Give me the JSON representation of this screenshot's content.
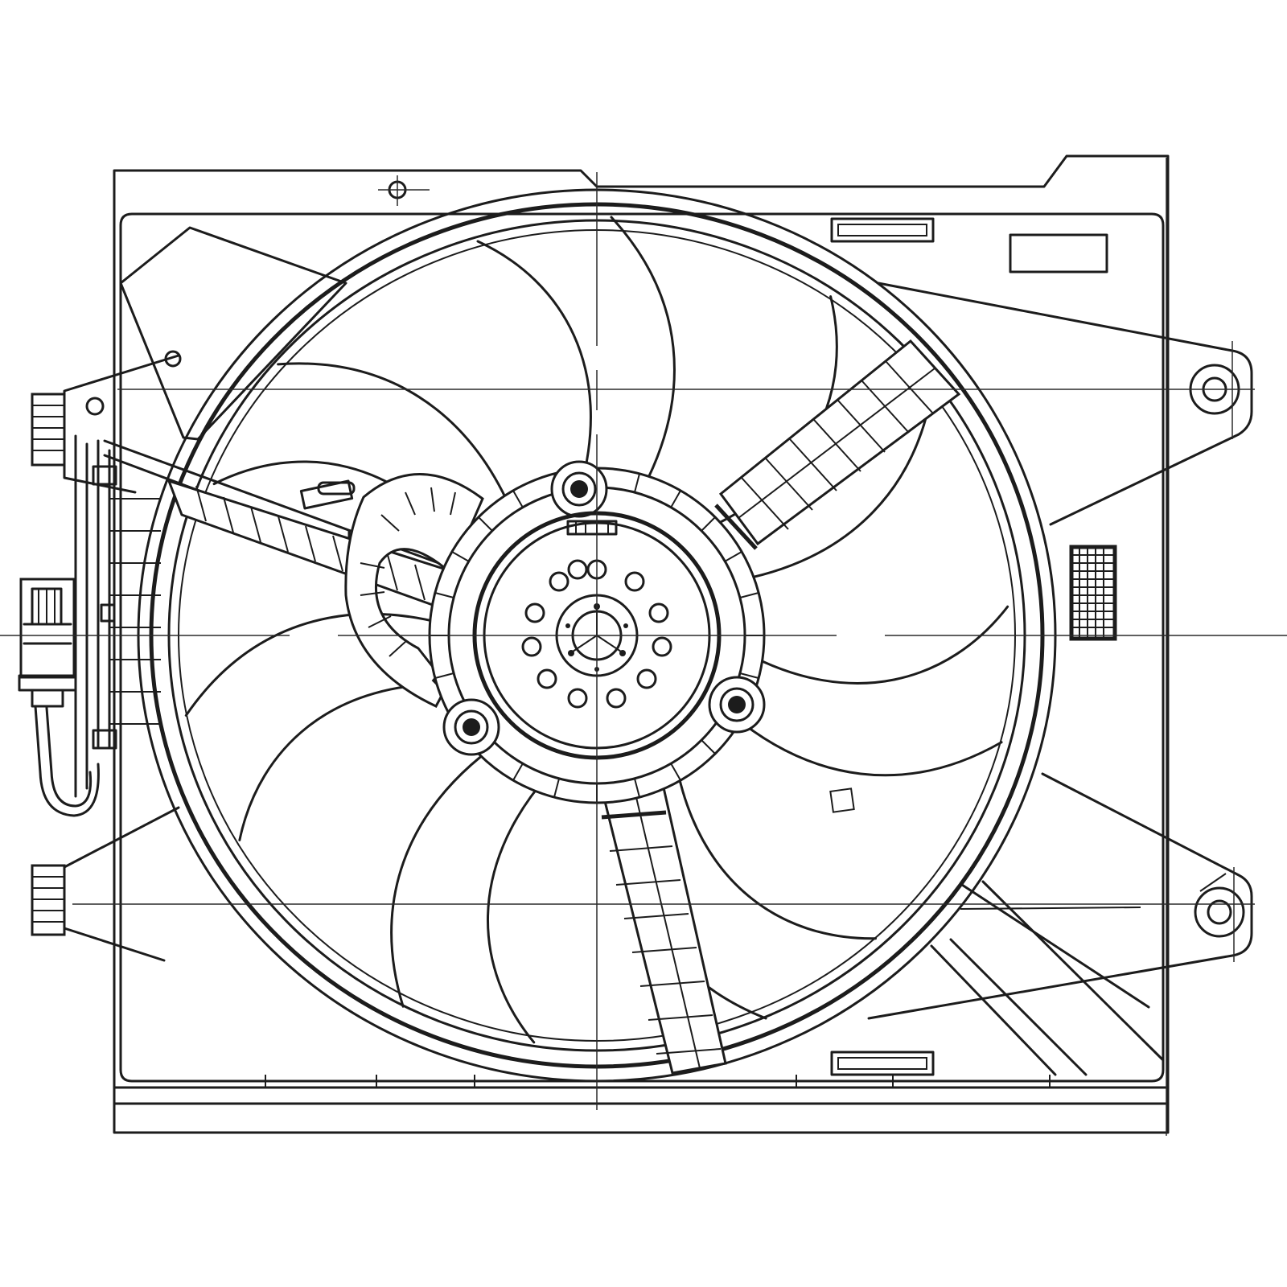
{
  "drawing": {
    "subject": "radiator-cooling-fan-assembly",
    "view": "front-elevation",
    "line_color": "#1c1c1c",
    "background_color": "#ffffff",
    "components": {
      "shroud": "fan-shroud-frame",
      "ring": "fan-ring",
      "blades": {
        "name": "fan-blade",
        "count": 7
      },
      "spokes": {
        "name": "motor-support-spoke",
        "count": 3
      },
      "hub": "motor-hub",
      "mount_ears": {
        "name": "mounting-ear",
        "count": 4
      },
      "connector": "electrical-connector",
      "harness": "wire-harness",
      "label_plates": {
        "name": "label-plate",
        "count": 4
      }
    }
  }
}
